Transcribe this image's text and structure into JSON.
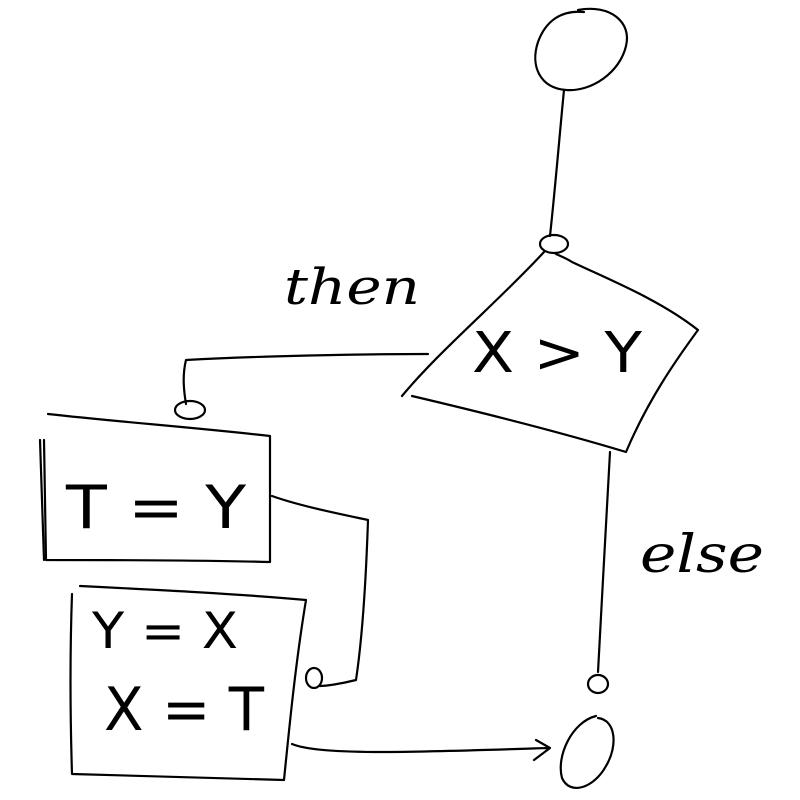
{
  "diagram": {
    "condition": "X > Y",
    "then_label": "then",
    "else_label": "else",
    "swap_step_1": "T = Y",
    "swap_step_2": "Y = X",
    "swap_step_3": "X = T"
  },
  "colors": {
    "ink": "#000000",
    "paper": "#ffffff"
  }
}
